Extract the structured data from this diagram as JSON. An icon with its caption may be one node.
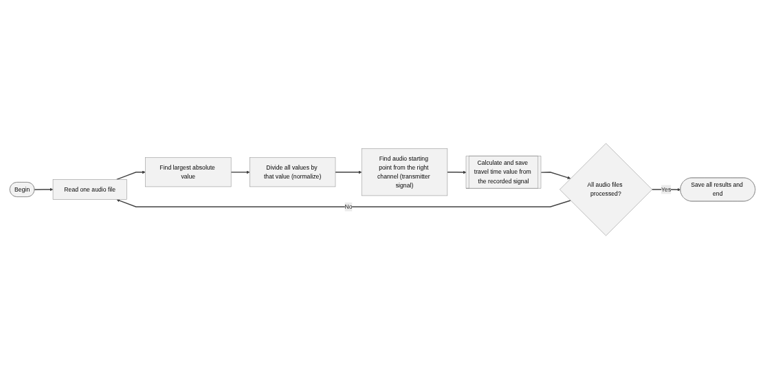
{
  "diagram": {
    "nodes": [
      {
        "text": [
          "Begin"
        ]
      },
      {
        "text": [
          "Read one audio file"
        ]
      },
      {
        "text": [
          "Find largest absolute value"
        ]
      },
      {
        "text": [
          "Divide all values by that value (normalize)"
        ]
      },
      {
        "text": [
          "Find audio starting point from the right channel (transmitter signal)"
        ]
      },
      {
        "text": [
          "Calculate and save travel time value from the recorded signal"
        ]
      },
      {
        "text": [
          "All audio files processed?"
        ]
      },
      {
        "text": [
          "Save all results and end"
        ]
      }
    ],
    "edges": [
      {
        "from": 0,
        "to": 1,
        "arrow": "to"
      },
      {
        "from": 1,
        "to": 2,
        "arrow": "to"
      },
      {
        "from": 2,
        "to": 3,
        "arrow": "to"
      },
      {
        "from": 3,
        "to": 4,
        "arrow": "to"
      },
      {
        "from": 4,
        "to": 5,
        "arrow": "to"
      },
      {
        "from": 5,
        "to": 6,
        "arrow": "to"
      },
      {
        "from": 6,
        "to": 1,
        "label": "No",
        "arrow": "to"
      },
      {
        "from": 6,
        "to": 7,
        "label": "Yes",
        "arrow": "to"
      }
    ]
  }
}
